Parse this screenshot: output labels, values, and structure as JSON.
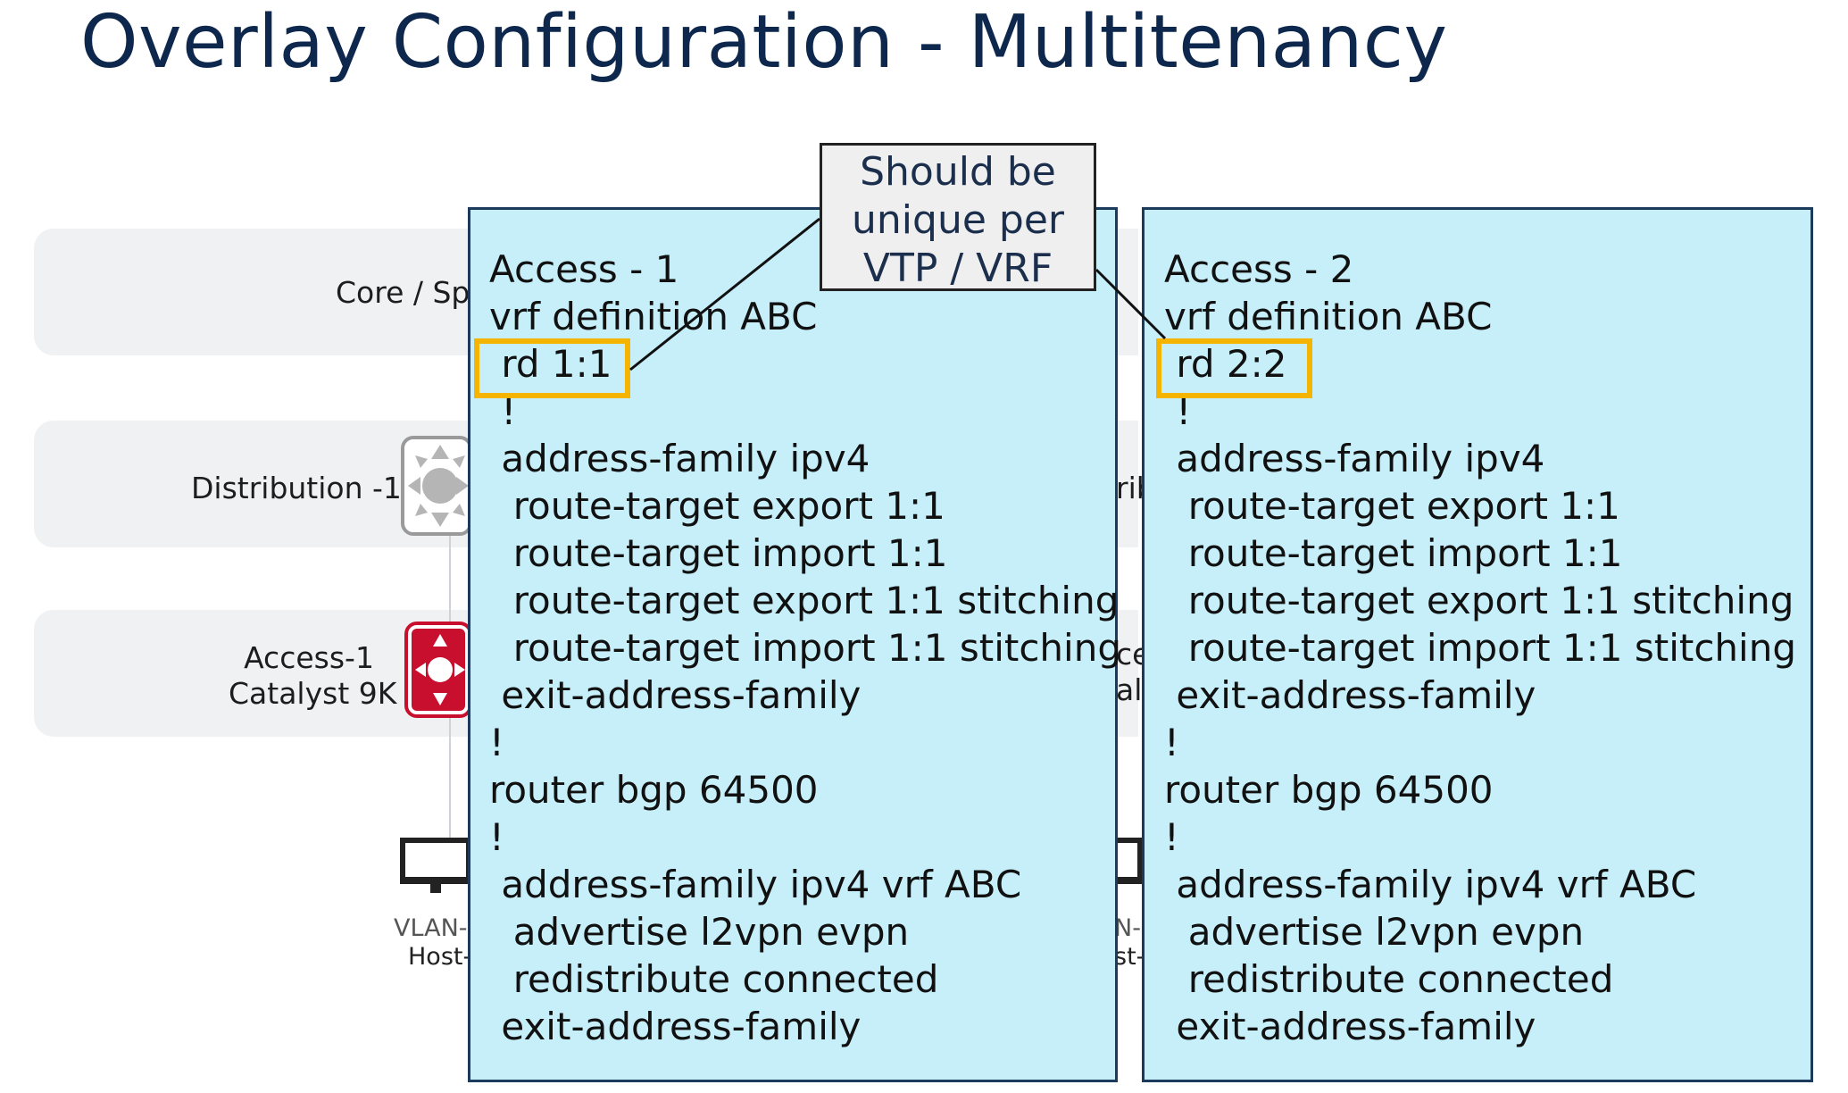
{
  "slide": {
    "title": "Overlay Configuration - Multitenancy"
  },
  "topology": {
    "rows": [
      {
        "label": "Core / Sp"
      },
      {
        "label": "Distribution -1"
      },
      {
        "label_line1": "Access-1",
        "label_line2": "Catalyst 9K"
      }
    ],
    "right_fragments": {
      "row2": "rib",
      "row3a": "ce",
      "row3b": "aly"
    },
    "host_left": {
      "vlan": "VLAN-",
      "host": "Host-"
    },
    "host_right": {
      "vlan": "N-",
      "host": "st-"
    }
  },
  "callout": {
    "line1": "Should be",
    "line2": "unique per",
    "line3": "VTP / VRF"
  },
  "panels": [
    {
      "heading": "Access - 1",
      "lines": [
        "vrf definition ABC",
        " rd 1:1",
        " !",
        " address-family ipv4",
        "  route-target export 1:1",
        "  route-target import 1:1",
        "  route-target export 1:1 stitching",
        "  route-target import 1:1 stitching",
        " exit-address-family",
        "!",
        "router bgp 64500",
        "!",
        " address-family ipv4 vrf ABC",
        "  advertise l2vpn evpn",
        "  redistribute connected",
        " exit-address-family"
      ]
    },
    {
      "heading": "Access - 2",
      "lines": [
        "vrf definition ABC",
        " rd 2:2",
        " !",
        " address-family ipv4",
        "  route-target export 1:1",
        "  route-target import 1:1",
        "  route-target export 1:1 stitching",
        "  route-target import 1:1 stitching",
        " exit-address-family",
        "!",
        "router bgp 64500",
        "!",
        " address-family ipv4 vrf ABC",
        "  advertise l2vpn evpn",
        "  redistribute connected",
        " exit-address-family"
      ]
    }
  ],
  "colors": {
    "title": "#0d274d",
    "panel_bg": "#c7effa",
    "highlight": "#f5b400",
    "access_switch": "#c8102e",
    "distribution_switch": "#a0a0a0"
  },
  "icons": [
    "distribution-switch-icon",
    "access-switch-icon",
    "monitor-icon"
  ]
}
